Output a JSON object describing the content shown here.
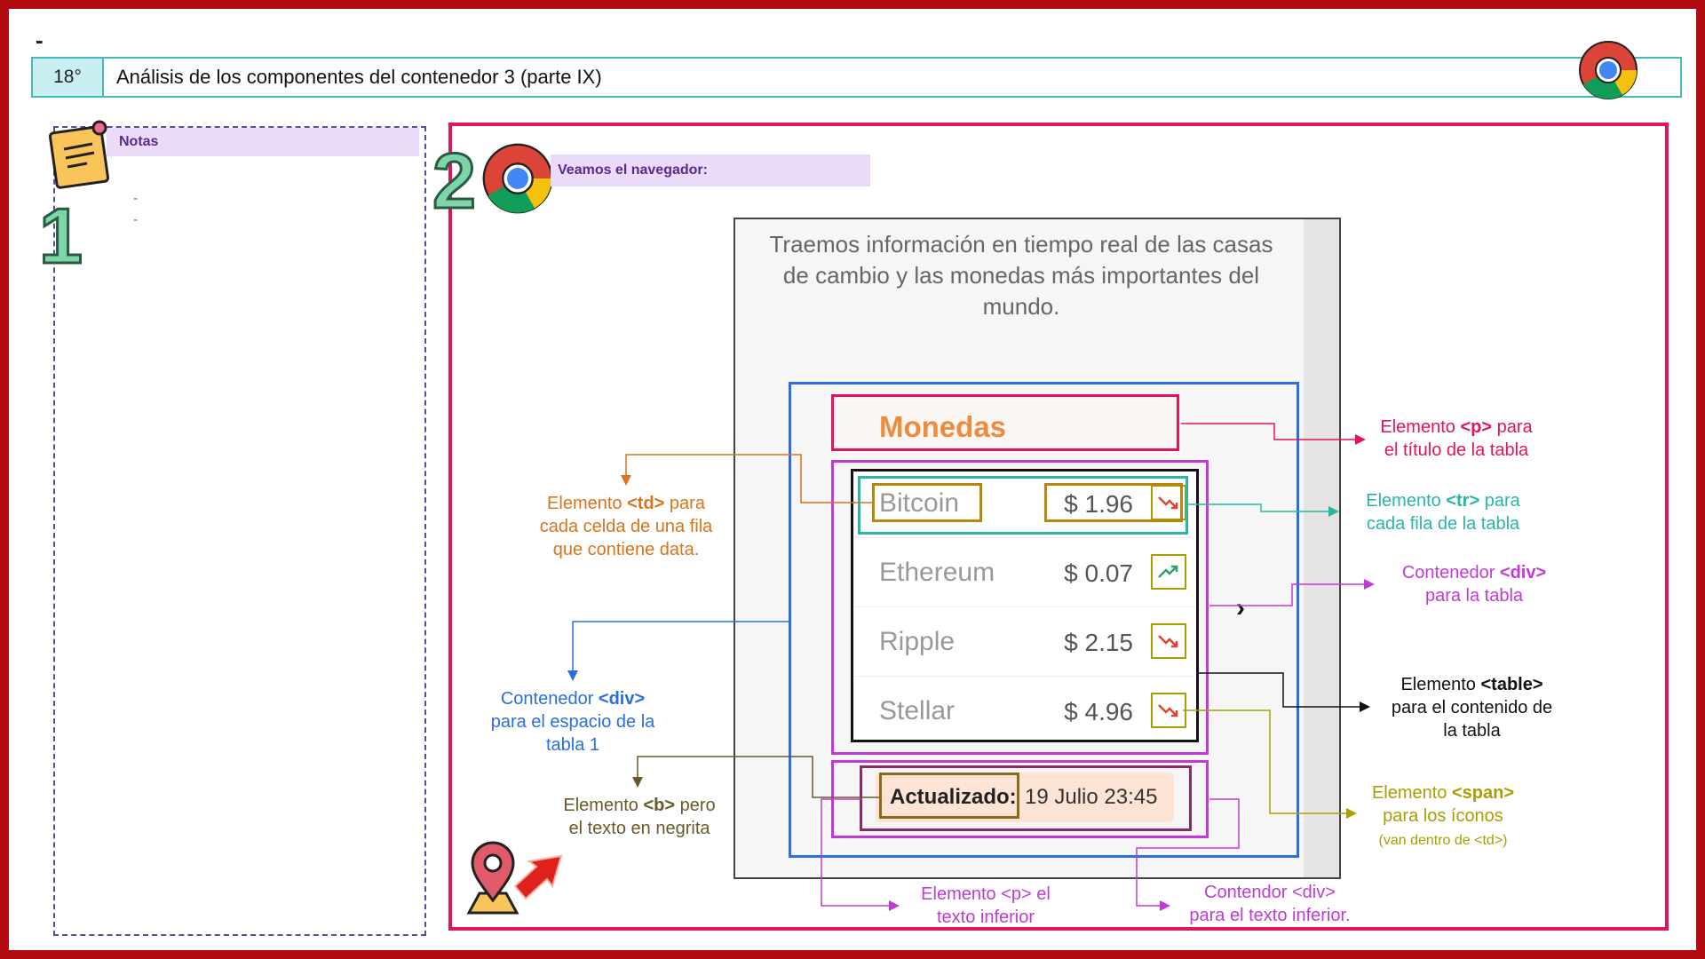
{
  "slide": {
    "top_dash": "-",
    "header_number": "18°",
    "header_title": "Análisis de los componentes del contenedor 3 (parte IX)"
  },
  "notes": {
    "title": "Notas",
    "lines": [
      "-",
      "-"
    ],
    "step_number": "1"
  },
  "main": {
    "step_number": "2",
    "heading": "Veamos el navegador:"
  },
  "browser": {
    "intro": "Traemos información en tiempo real de las casas de cambio y las monedas más importantes del mundo.",
    "table_title": "Monedas",
    "rows": [
      {
        "coin": "Bitcoin",
        "price": "$ 1.96",
        "trend": "down"
      },
      {
        "coin": "Ethereum",
        "price": "$ 0.07",
        "trend": "up"
      },
      {
        "coin": "Ripple",
        "price": "$ 2.15",
        "trend": "down"
      },
      {
        "coin": "Stellar",
        "price": "$ 4.96",
        "trend": "down"
      }
    ],
    "updated_label": "Actualizado:",
    "updated_value": "19 Julio 23:45",
    "arrow": "›"
  },
  "annotations": {
    "p_title": {
      "a": "Elemento ",
      "tag": "<p>",
      "b": " para",
      "c": "el título de la tabla"
    },
    "tr": {
      "a": "Elemento ",
      "tag": "<tr>",
      "b": " para",
      "c": "cada fila de la tabla"
    },
    "div_table": {
      "a": "Contenedor ",
      "tag": "<div>",
      "c": "para la tabla"
    },
    "table": {
      "a": "Elemento ",
      "tag": "<table>",
      "c": "para el contenido de",
      "d": "la tabla"
    },
    "span": {
      "a": "Elemento ",
      "tag": "<span>",
      "c": "para los íconos",
      "d": "(van dentro de <td>)"
    },
    "td": {
      "a": "Elemento ",
      "tag": "<td>",
      "b": " para",
      "c": "cada celda de una fila",
      "d": "que contiene data."
    },
    "div_space": {
      "a": "Contenedor ",
      "tag": "<div>",
      "c": "para el espacio de la",
      "d": "tabla 1"
    },
    "b": {
      "a": "Elemento ",
      "tag": "<b>",
      "b": " pero",
      "c": "el texto en negrita"
    },
    "p_bottom": {
      "a": "Elemento <p> el",
      "c": "texto inferior"
    },
    "div_bottom": {
      "a": "Contendor <div>",
      "c": "para el texto inferior."
    }
  },
  "colors": {
    "frame": "#b30a10",
    "panel_border": "#e0145c",
    "blue_container": "#2a6ee0",
    "purple_container": "#c13ad6",
    "teal_row": "#2ab5a5",
    "monedas": "#f08a3c"
  }
}
